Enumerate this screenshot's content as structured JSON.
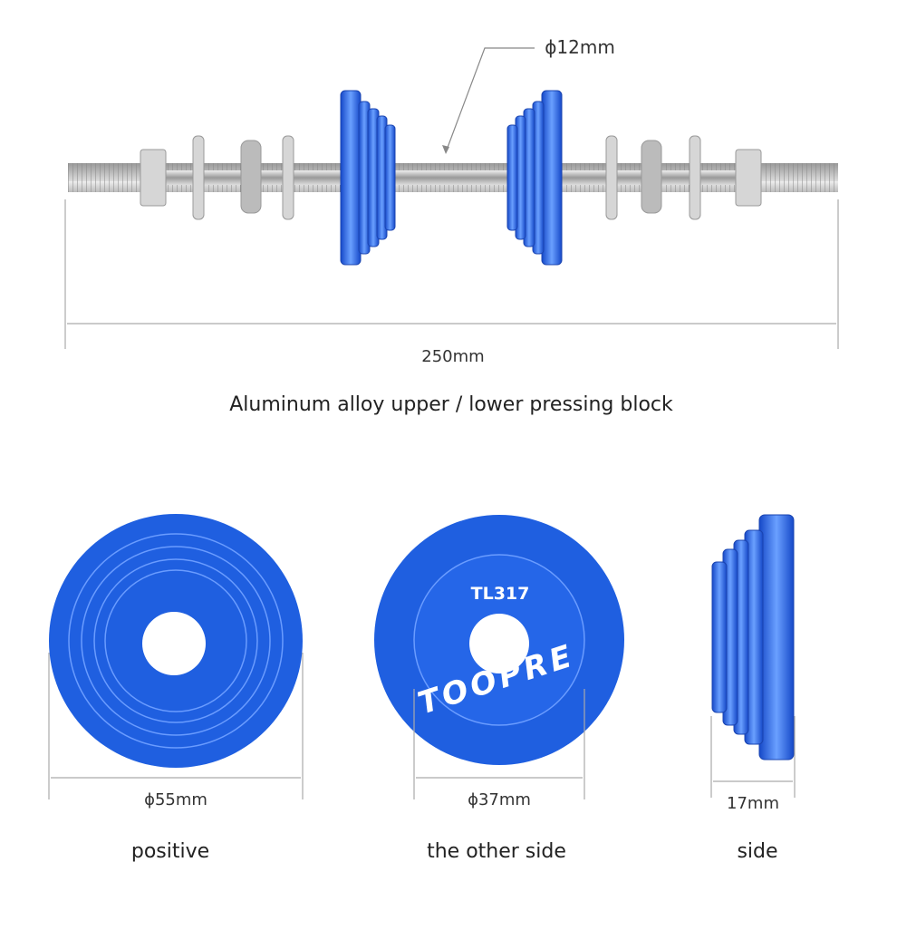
{
  "top": {
    "rod_diameter_label": "ϕ12mm",
    "length_label": "250mm",
    "title": "Aluminum alloy upper / lower pressing block"
  },
  "bottom": {
    "views": [
      {
        "dimension": "ϕ55mm",
        "caption": "positive"
      },
      {
        "dimension": "ϕ37mm",
        "caption": "the other side",
        "model": "TL317",
        "brand": "TOOPRE"
      },
      {
        "dimension": "17mm",
        "caption": "side"
      }
    ]
  },
  "colors": {
    "blue": "#1f5fe0",
    "blue_light": "#3d7cf0",
    "steel": "#c8c8c8",
    "line": "#888888"
  }
}
